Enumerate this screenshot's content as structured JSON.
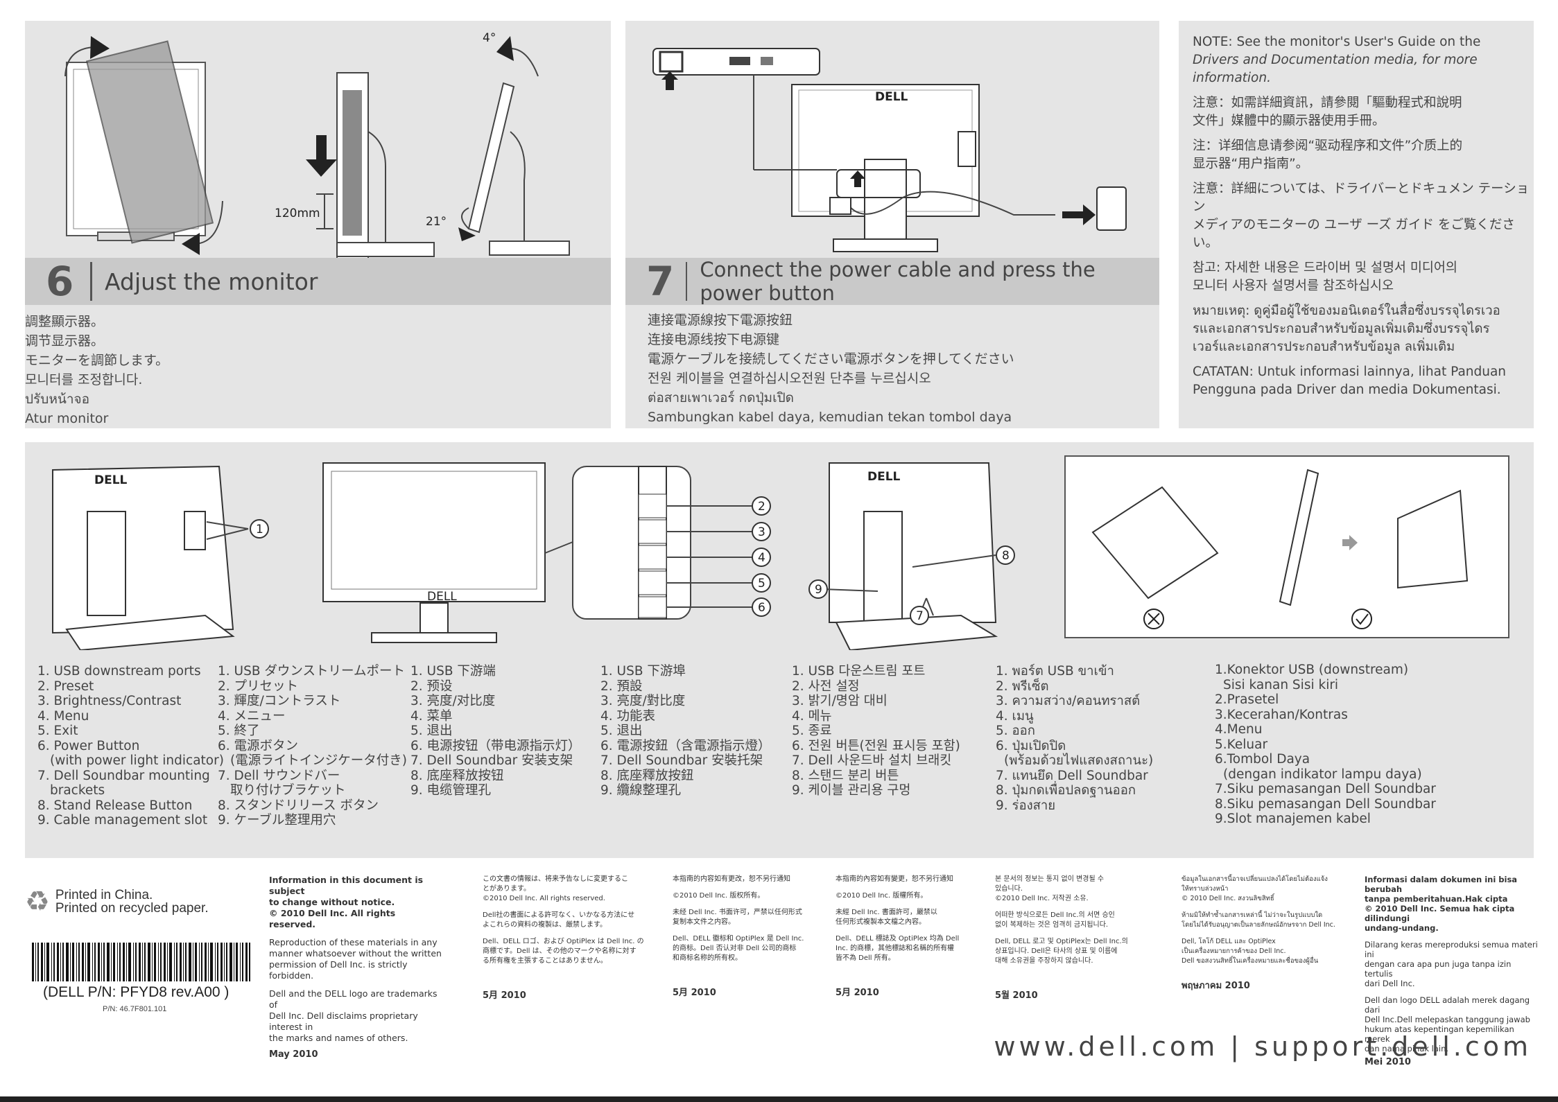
{
  "step6": {
    "number": "6",
    "title": "Adjust the monitor",
    "dim_height": "120mm",
    "dim_tilt_fwd": "4°",
    "dim_tilt_back": "21°",
    "lines": [
      "調整顯示器。",
      "调节显示器。",
      "モニターを調節します。",
      "모니터를 조정합니다.",
      "ปรับหน้าจอ",
      "Atur monitor"
    ]
  },
  "step7": {
    "number": "7",
    "title": "Connect the power cable and press the power button",
    "lines": [
      "連接電源線按下電源按鈕",
      "连接电源线按下电源键",
      "電源ケーブルを接続してください電源ボタンを押してください",
      "전원 케이블을 연결하십시오전원 단추를 누르십시오",
      "ต่อสายเพาเวอร์ กดปุ่มเปิด",
      "Sambungkan kabel daya, kemudian tekan tombol daya"
    ]
  },
  "note": {
    "en_1": "NOTE: See the monitor's User's Guide on the",
    "en_2": "Drivers and Documentation media, for more information.",
    "tc_1": "注意：如需詳細資訊，請參閱「驅動程式和說明",
    "tc_2": "文件」媒體中的顯示器使用手冊。",
    "sc_1": "注：详细信息请参阅“驱动程序和文件”介质上的",
    "sc_2": "显示器“用户指南”。",
    "ja_1": "注意：詳細については、ドライバーとドキュメン テーション",
    "ja_2": "メディアのモニターの ユーザ ーズ ガイド をご覧ください。",
    "ko_1": "참고: 자세한 내용은 드라이버 및 설명서 미디어의",
    "ko_2": "모니터 사용자 설명서를 참조하십시오",
    "th_1": "หมายเหตุ: ดูคู่มือผู้ใช้ของมอนิเตอร์ในสื่อซึ่งบรรจุไดรเวอ",
    "th_2": "รและเอกสารประกอบสำหรับข้อมูลเพิ่มเติมซึ่งบรรจุไดร",
    "th_3": "เวอร์และเอกสารประกอบสำหรับข้อมูล ลเพิ่มเติม",
    "id_1": "CATATAN: Untuk informasi lainnya, lihat Panduan",
    "id_2": "Pengguna pada Driver dan media Dokumentasi."
  },
  "callouts": [
    "1",
    "2",
    "3",
    "4",
    "5",
    "6",
    "7",
    "8",
    "9"
  ],
  "brand_logo_text": "DELL",
  "legend": {
    "en": [
      "1. USB downstream ports",
      "2. Preset",
      "3. Brightness/Contrast",
      "4. Menu",
      "5. Exit",
      "6. Power Button",
      "   (with power light indicator)",
      "7. Dell Soundbar mounting",
      "   brackets",
      "8. Stand Release Button",
      "9. Cable management slot"
    ],
    "ja": [
      "1. USB ダウンストリームポート",
      "2. プリセット",
      "3. 輝度/コントラスト",
      "4. メニュー",
      "5. 終了",
      "6. 電源ボタン",
      "   (電源ライトインジケータ付き)",
      "7. Dell サウンドバー",
      "   取り付けブラケット",
      "8. スタンドリリース ボタン",
      "9. ケーブル整理用穴"
    ],
    "sc": [
      "1. USB 下游端",
      "2. 预设",
      "3. 亮度/对比度",
      "4. 菜单",
      "5. 退出",
      "6. 电源按钮（带电源指示灯）",
      "7. Dell Soundbar 安装支架",
      "8. 底座释放按钮",
      "9. 电缆管理孔"
    ],
    "tc": [
      "1.  USB 下游埠",
      "2.  預設",
      "3.  亮度/對比度",
      "4.  功能表",
      "5.  退出",
      "6.  電源按鈕（含電源指示燈）",
      "7.  Dell Soundbar  安裝托架",
      "8.  底座釋放按鈕",
      "9.  纜線整理孔"
    ],
    "ko": [
      "1. USB 다운스트림 포트",
      "2. 사전 설정",
      "3. 밝기/명암 대비",
      "4. 메뉴",
      "5. 종료",
      "6. 전원 버튼(전원 표시등 포함)",
      "7. Dell 사운드바 설치 브래킷",
      "8. 스탠드 분리 버튼",
      "9. 케이블 관리용 구멍"
    ],
    "th": [
      "1. พอร์ต USB ขาเข้า",
      "2. พรีเซ็ต",
      "3. ความสว่าง/คอนทราสต์",
      "4. เมนู",
      "5. ออก",
      "6. ปุ่มเปิดปิด",
      "   (พร้อมด้วยไฟแสดงสถานะ)",
      "7. แทนยึด Dell Soundbar",
      "8. ปุ่มกดเพื่อปลดฐานออก",
      "9. ร่องสาย"
    ],
    "id": [
      "1.Konektor USB (downstream)",
      "   Sisi kanan   Sisi kiri",
      "2.Prasetel",
      "3.Kecerahan/Kontras",
      "4.Menu",
      "5.Keluar",
      "6.Tombol Daya",
      "   (dengan indikator lampu daya)",
      "7.Siku pemasangan Dell Soundbar",
      "8.Siku pemasangan Dell Soundbar",
      "9.Slot manajemen kabel"
    ]
  },
  "footer": {
    "printed_1": "Printed in China.",
    "printed_2": "Printed on recycled paper.",
    "part_number": "(DELL P/N: PFYD8 rev.A00 )",
    "small_pn": "P/N: 46.7F801.101",
    "website": "www.dell.com | support.dell.com",
    "en_title_1": "Information in this document is subject",
    "en_title_2": "to change without notice.",
    "en_title_3": "© 2010 Dell Inc. All rights reserved.",
    "en_p1_1": "Reproduction of these materials in any",
    "en_p1_2": "manner whatsoever without the written",
    "en_p1_3": "permission of Dell Inc. is strictly forbidden.",
    "en_p2_1": "Dell and the DELL logo are trademarks of",
    "en_p2_2": "Dell Inc. Dell disclaims proprietary interest in",
    "en_p2_3": "the marks and names of others.",
    "en_date": "May 2010",
    "ja_1": "この文書の情報は、将来予告なしに変更するこ",
    "ja_2": "とがあります。",
    "ja_3": "©2010 Dell Inc. All rights reserved.",
    "ja_4": "Dell社の書面による許可なく、いかなる方法にせ",
    "ja_5": "よこれらの資料の複製は、厳禁します。",
    "ja_6": "Dell、DELL ロゴ、および OptiPlex は Dell Inc. の",
    "ja_7": "商標です。Dell は、その他のマークや名称に対す",
    "ja_8": "る所有権を主張することはありません。",
    "ja_date": "5月 2010",
    "sc_1": "本指南的内容如有更改，恕不另行通知",
    "sc_2": "©2010 Dell Inc. 版权所有。",
    "sc_3": "未经 Dell Inc. 书面许可，严禁以任何形式",
    "sc_4": "复制本文件之内容。",
    "sc_5": "Dell、DELL 徽标和 OptiPlex 是 Dell Inc.",
    "sc_6": "的商标。Dell 否认对非 Dell 公司的商标",
    "sc_7": "和商标名称的所有权。",
    "sc_date": "5月 2010",
    "tc_1": "本指南的內容如有變更，恕不另行通知",
    "tc_2": "©2010 Dell Inc. 版權所有。",
    "tc_3": "未經 Dell Inc. 書面許可，嚴禁以",
    "tc_4": "任何形式複製本文檔之內容。",
    "tc_5": "Dell、DELL 標誌及 OptiPlex 均為 Dell",
    "tc_6": "Inc. 的商標，其他標誌和名稱的所有權",
    "tc_7": "皆不為 Dell 所有。",
    "tc_date": "5月 2010",
    "ko_1": "본 문서의 정보는 통지 없이 변경될 수",
    "ko_2": "있습니다.",
    "ko_3": "©2010 Dell Inc. 저작권 소유.",
    "ko_4": "어떠한 방식으로든 Dell Inc.의 서면 승인",
    "ko_5": "없이 복제하는 것은 엄격히 금지됩니다.",
    "ko_6": "Dell, DELL 로고 및 OptiPlex는 Dell Inc.의",
    "ko_7": "상표입니다. Dell은 타사의 상표 및 이름에",
    "ko_8": "대해 소유권을 주장하지 않습니다.",
    "ko_date": "5월 2010",
    "th_1": "ข้อมูลในเอกสารนี้อาจเปลี่ยนแปลงได้โดยไม่ต้องแจ้ง",
    "th_2": "ให้ทราบล่วงหน้า",
    "th_3": "© 2010 Dell Inc. สงวนลิขสิทธิ์",
    "th_4": "ห้ามมิให้ทำซ้ำเอกสารเหล่านี้ ไม่ว่าจะในรูปแบบใด",
    "th_5": "โดยไม่ได้รับอนุญาตเป็นลายลักษณ์อักษรจาก Dell Inc.",
    "th_6": "Dell, โลโก้ DELL และ OptiPlex",
    "th_7": "เป็นเครื่องหมายการค้าของ Dell Inc.",
    "th_8": "Dell ขอสงวนสิทธิ์ในเครื่องหมายและชื่อของผู้อื่น",
    "th_date": "พฤษภาคม 2010",
    "id_1": "Informasi dalam dokumen ini bisa berubah",
    "id_2": "tanpa pemberitahuan.Hak cipta",
    "id_3": "© 2010 Dell Inc. Semua hak cipta dilindungi",
    "id_4": "undang-undang.",
    "id_5": "Dilarang keras mereproduksi semua materi ini",
    "id_6": "dengan cara apa pun juga tanpa izin tertulis",
    "id_7": "dari Dell Inc.",
    "id_8": "Dell dan logo DELL adalah merek dagang dari",
    "id_9": "Dell Inc.Dell melepaskan tanggung jawab",
    "id_10": "hukum atas kepentingan kepemilikan merek",
    "id_11": "dan nama pihak lain.",
    "id_date": "Mei 2010"
  },
  "colors": {
    "panel_bg": "#e5e5e5",
    "step_bar": "#c9c9c9",
    "text": "#444444"
  }
}
